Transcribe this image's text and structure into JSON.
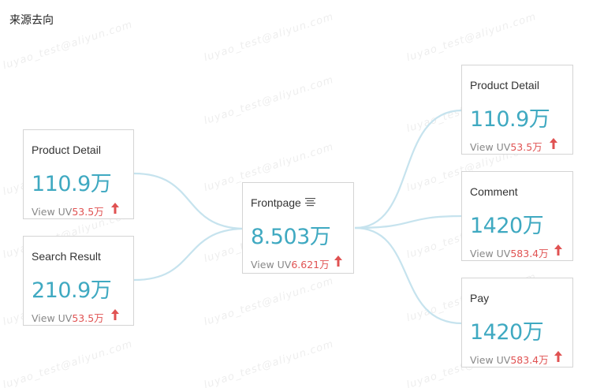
{
  "page": {
    "title": "来源去向"
  },
  "watermark": {
    "text": "luyao_test@aliyun.com"
  },
  "colors": {
    "value": "#3fa9c1",
    "uv_value": "#e05252",
    "link": "#c6e3ee",
    "arrow": "#e05252"
  },
  "center": {
    "label": "Frontpage",
    "icon": "filter-lines-icon",
    "value": "8.503万",
    "uv_label": "View UV",
    "uv_value": "6.621万",
    "trend": "up"
  },
  "sources": [
    {
      "label": "Product Detail",
      "value": "110.9万",
      "uv_label": "View UV",
      "uv_value": "53.5万",
      "trend": "up"
    },
    {
      "label": "Search Result",
      "value": "210.9万",
      "uv_label": "View UV",
      "uv_value": "53.5万",
      "trend": "up"
    }
  ],
  "destinations": [
    {
      "label": "Product Detail",
      "value": "110.9万",
      "uv_label": "View UV",
      "uv_value": "53.5万",
      "trend": "up"
    },
    {
      "label": "Comment",
      "value": "1420万",
      "uv_label": "View UV",
      "uv_value": "583.4万",
      "trend": "up"
    },
    {
      "label": "Pay",
      "value": "1420万",
      "uv_label": "View UV",
      "uv_value": "583.4万",
      "trend": "up"
    }
  ]
}
